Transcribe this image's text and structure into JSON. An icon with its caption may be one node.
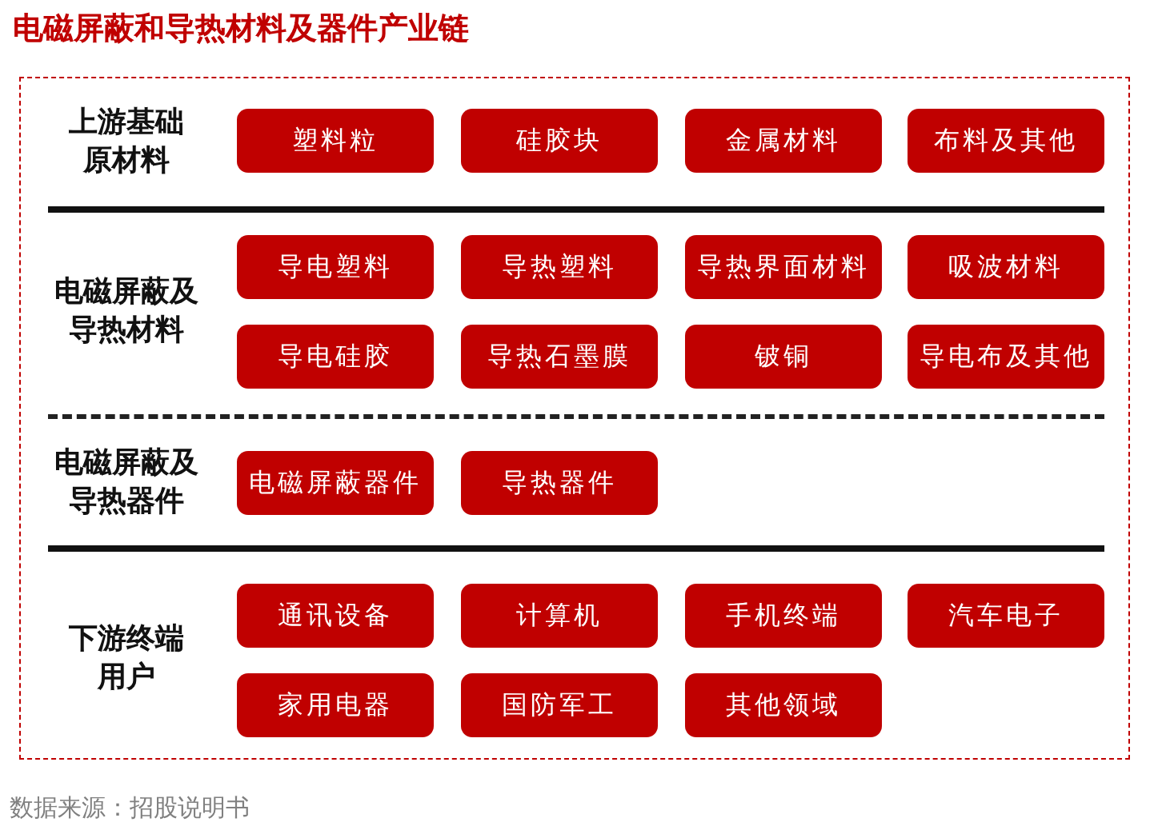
{
  "diagram": {
    "title": "电磁屏蔽和导热材料及器件产业链",
    "caption": "数据来源：招股说明书",
    "nodes": [
      {
        "text": [
          "塑料粒"
        ]
      },
      {
        "text": [
          "硅胶块"
        ]
      },
      {
        "text": [
          "金属材料"
        ]
      },
      {
        "text": [
          "布料及其他"
        ]
      },
      {
        "text": [
          "导电塑料"
        ]
      },
      {
        "text": [
          "导热塑料"
        ]
      },
      {
        "text": [
          "导热界面材料"
        ]
      },
      {
        "text": [
          "吸波材料"
        ]
      },
      {
        "text": [
          "导电硅胶"
        ]
      },
      {
        "text": [
          "导热石墨膜"
        ]
      },
      {
        "text": [
          "铍铜"
        ]
      },
      {
        "text": [
          "导电布及其他"
        ]
      },
      {
        "text": [
          "电磁屏蔽器件"
        ]
      },
      {
        "text": [
          "导热器件"
        ]
      },
      {
        "text": [
          "通讯设备"
        ]
      },
      {
        "text": [
          "计算机"
        ]
      },
      {
        "text": [
          "手机终端"
        ]
      },
      {
        "text": [
          "汽车电子"
        ]
      },
      {
        "text": [
          "家用电器"
        ]
      },
      {
        "text": [
          "国防军工"
        ]
      },
      {
        "text": [
          "其他领域"
        ]
      }
    ],
    "edges": [],
    "labels": [
      "上游基础原材料",
      "电磁屏蔽及导热材料",
      "电磁屏蔽及导热器件",
      "下游终端用户"
    ]
  }
}
